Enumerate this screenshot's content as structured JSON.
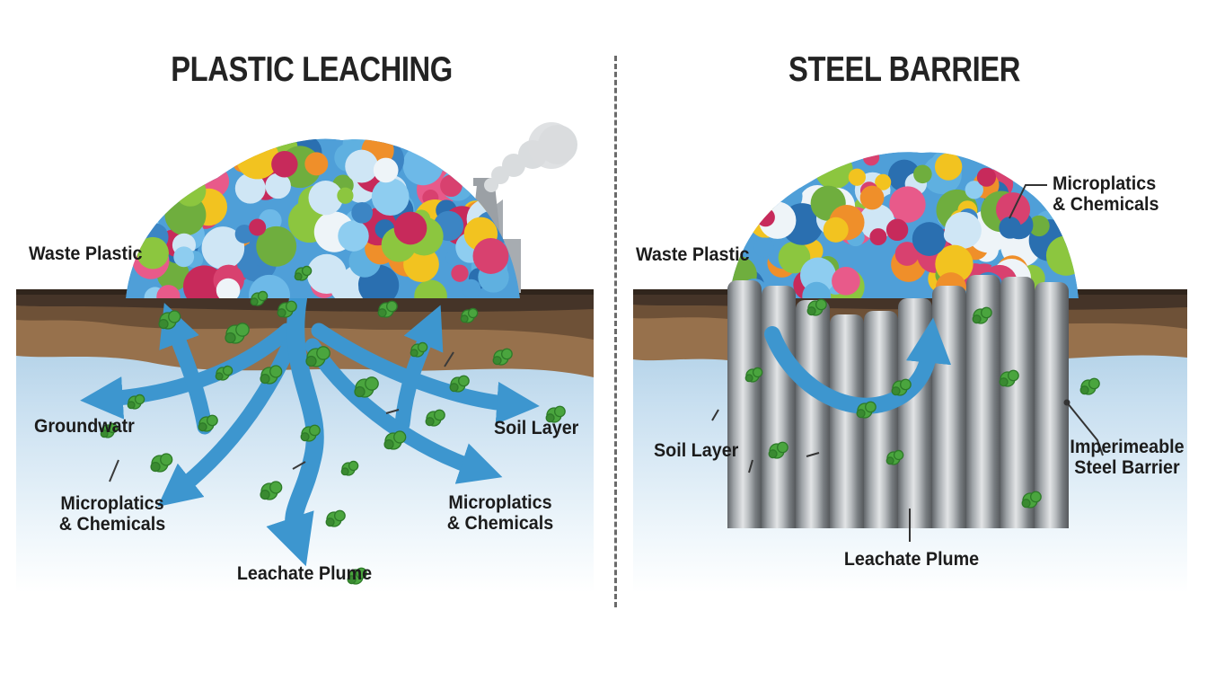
{
  "titles": {
    "left": "PLASTIC LEACHING",
    "right": "STEEL BARRIER"
  },
  "left": {
    "waste_plastic": "Waste Plastic",
    "groundwater": "Groundwatr",
    "soil_layer": "Soil Layer",
    "micro_left_line1": "Microplatics",
    "micro_left_line2": "& Chemicals",
    "micro_right_line1": "Microplatics",
    "micro_right_line2": "& Chemicals",
    "leachate": "Leachate Plume"
  },
  "right": {
    "waste_plastic": "Waste Plastic",
    "micro_line1": "Microplatics",
    "micro_line2": "& Chemicals",
    "soil_layer": "Soil Layer",
    "barrier_line1": "Imperimeable",
    "barrier_line2": "Steel Barrier",
    "leachate": "Leachate Plume"
  },
  "colors": {
    "arrow_blue": "#3d96cf",
    "soil_dark": "#453428",
    "soil_mid": "#6e5137",
    "soil_light": "#97714c",
    "water_top": "#a3c8e2",
    "steel_light": "#e2e4e6",
    "steel_dark": "#56595c",
    "microplastic_green": "#4aa53e",
    "smoke_gray": "#d9dcde",
    "factory_gray": "#a7acb1"
  }
}
